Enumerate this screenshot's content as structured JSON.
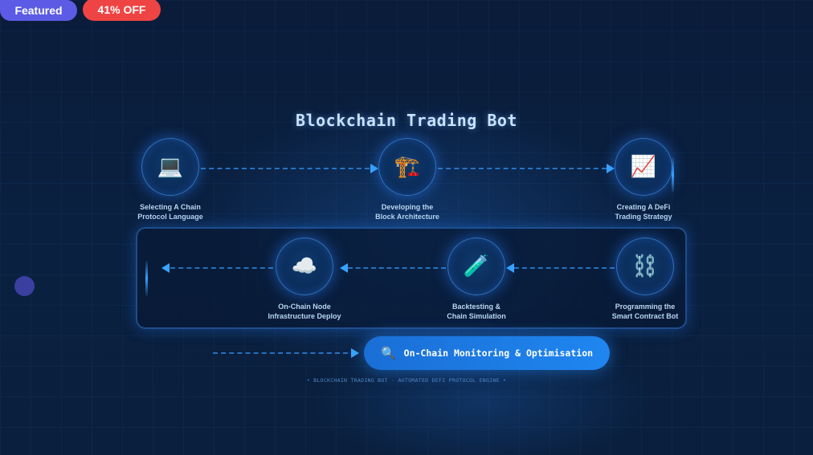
{
  "badges": {
    "featured": "Featured",
    "discount": "41% OFF"
  },
  "diagram": {
    "title": "Blockchain Trading Bot",
    "row1": [
      {
        "icon": "laptop-icon",
        "glyph": "💻",
        "line1": "Selecting A Chain",
        "line2": "Protocol Language"
      },
      {
        "icon": "construction-crane-icon",
        "glyph": "🏗️",
        "line1": "Developing the",
        "line2": "Block Architecture"
      },
      {
        "icon": "chart-increasing-icon",
        "glyph": "📈",
        "line1": "Creating A DeFi",
        "line2": "Trading Strategy"
      }
    ],
    "row2": [
      {
        "icon": "chain-links-icon",
        "glyph": "⛓️",
        "line1": "Programming the",
        "line2": "Smart Contract Bot"
      },
      {
        "icon": "test-tube-icon",
        "glyph": "🧪",
        "line1": "Backtesting &",
        "line2": "Chain Simulation"
      },
      {
        "icon": "cloud-icon",
        "glyph": "☁️",
        "line1": "On-Chain Node",
        "line2": "Infrastructure Deploy"
      }
    ],
    "final_step": {
      "icon": "magnifier-icon",
      "glyph": "🔍",
      "label": "On-Chain Monitoring & Optimisation"
    },
    "footer": "BLOCKCHAIN TRADING BOT · AUTOMATED DEFI PROTOCOL ENGINE",
    "footer_bullet": "•"
  },
  "colors": {
    "featured_badge": "#5b5be6",
    "discount_badge": "#ef4444",
    "accent": "#3aa4ff",
    "cta": "#1f86f0",
    "title": "#c8e2ff"
  }
}
